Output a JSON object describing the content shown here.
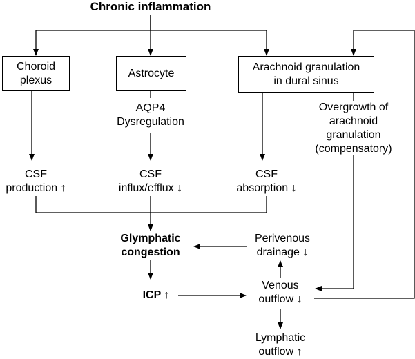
{
  "title": "Chronic inflammation",
  "boxes": {
    "choroid": "Choroid\nplexus",
    "astrocyte": "Astrocyte",
    "arachnoid": "Arachnoid granulation\nin dural sinus"
  },
  "labels": {
    "aqp4": "AQP4\nDysregulation",
    "overgrowth": "Overgrowth of\narachnoid\ngranulation\n(compensatory)",
    "csf_production": "CSF\nproduction ↑",
    "csf_influx": "CSF\ninflux/efflux ↓",
    "csf_absorption": "CSF\nabsorption ↓",
    "glymphatic": "Glymphatic\ncongestion",
    "perivenous": "Perivenous\ndrainage ↓",
    "icp": "ICP ↑",
    "venous": "Venous\noutflow ↓",
    "lymphatic": "Lymphatic\noutflow ↑"
  },
  "colors": {
    "line": "#000000",
    "background": "#ffffff"
  }
}
